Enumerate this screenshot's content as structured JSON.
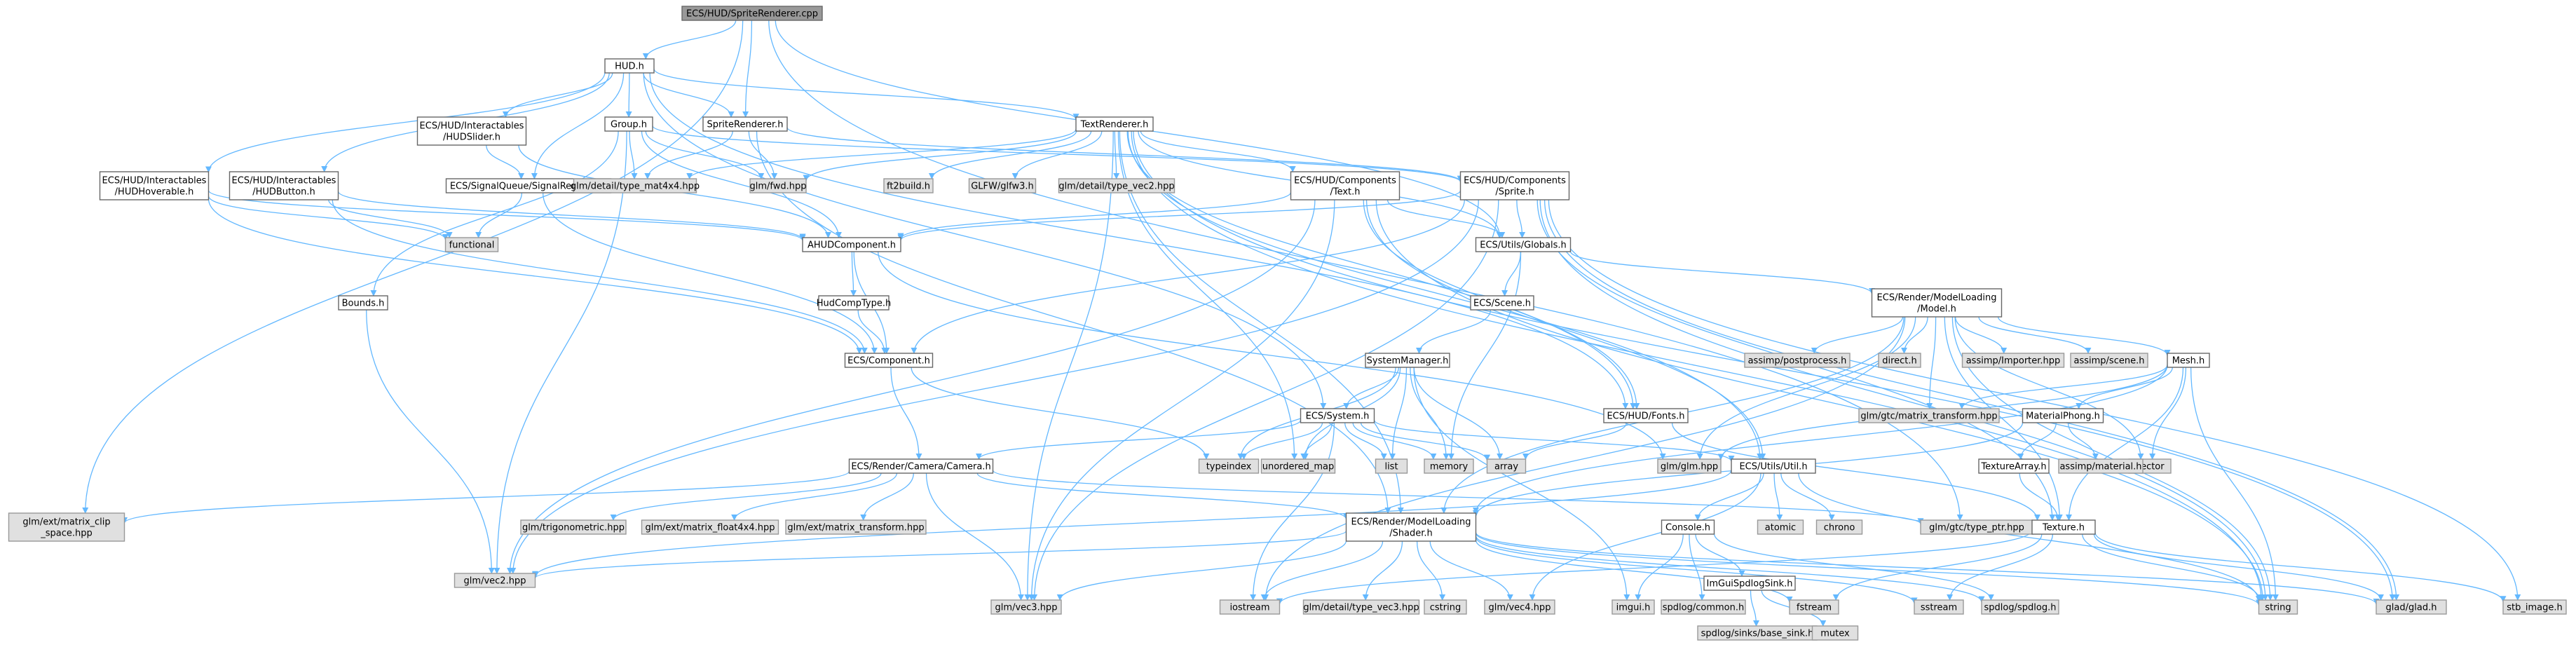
{
  "graph": {
    "colors": {
      "edge": "#63b8ff",
      "node_fill": "#ffffff",
      "system_fill": "#e0e0e0",
      "root_fill": "#999999",
      "border": "#666666"
    },
    "nodes": [
      {
        "id": "root",
        "lines": [
          "ECS/HUD/SpriteRenderer.cpp"
        ],
        "kind": "root"
      },
      {
        "id": "hud",
        "lines": [
          "HUD.h"
        ],
        "kind": "file"
      },
      {
        "id": "spriterenderer",
        "lines": [
          "SpriteRenderer.h"
        ],
        "kind": "file"
      },
      {
        "id": "group",
        "lines": [
          "Group.h"
        ],
        "kind": "file"
      },
      {
        "id": "hudslider",
        "lines": [
          "ECS/HUD/Interactables",
          "/HUDSlider.h"
        ],
        "kind": "file"
      },
      {
        "id": "textrenderer",
        "lines": [
          "TextRenderer.h"
        ],
        "kind": "file"
      },
      {
        "id": "hudhoverable",
        "lines": [
          "ECS/HUD/Interactables",
          "/HUDHoverable.h"
        ],
        "kind": "file"
      },
      {
        "id": "hudbutton",
        "lines": [
          "ECS/HUD/Interactables",
          "/HUDButton.h"
        ],
        "kind": "file"
      },
      {
        "id": "signalqueue",
        "lines": [
          "ECS/SignalQueue/SignalReceiver.h"
        ],
        "kind": "file"
      },
      {
        "id": "mat4x4",
        "lines": [
          "glm/detail/type_mat4x4.hpp"
        ],
        "kind": "system"
      },
      {
        "id": "fwd",
        "lines": [
          "glm/fwd.hpp"
        ],
        "kind": "system"
      },
      {
        "id": "ft2build",
        "lines": [
          "ft2build.h"
        ],
        "kind": "system"
      },
      {
        "id": "glfw3",
        "lines": [
          "GLFW/glfw3.h"
        ],
        "kind": "system"
      },
      {
        "id": "typevec2",
        "lines": [
          "glm/detail/type_vec2.hpp"
        ],
        "kind": "system"
      },
      {
        "id": "comptext",
        "lines": [
          "ECS/HUD/Components",
          "/Text.h"
        ],
        "kind": "file"
      },
      {
        "id": "compsprite",
        "lines": [
          "ECS/HUD/Components",
          "/Sprite.h"
        ],
        "kind": "file"
      },
      {
        "id": "functional",
        "lines": [
          "functional"
        ],
        "kind": "system"
      },
      {
        "id": "ahud",
        "lines": [
          "AHUDComponent.h"
        ],
        "kind": "file"
      },
      {
        "id": "globals",
        "lines": [
          "ECS/Utils/Globals.h"
        ],
        "kind": "file"
      },
      {
        "id": "bounds",
        "lines": [
          "Bounds.h"
        ],
        "kind": "file"
      },
      {
        "id": "hudcomptype",
        "lines": [
          "HudCompType.h"
        ],
        "kind": "file"
      },
      {
        "id": "scene",
        "lines": [
          "ECS/Scene.h"
        ],
        "kind": "file"
      },
      {
        "id": "model",
        "lines": [
          "ECS/Render/ModelLoading",
          "/Model.h"
        ],
        "kind": "file"
      },
      {
        "id": "component",
        "lines": [
          "ECS/Component.h"
        ],
        "kind": "file"
      },
      {
        "id": "sysmanager",
        "lines": [
          "SystemManager.h"
        ],
        "kind": "file"
      },
      {
        "id": "postprocess",
        "lines": [
          "assimp/postprocess.h"
        ],
        "kind": "system"
      },
      {
        "id": "direct",
        "lines": [
          "direct.h"
        ],
        "kind": "system"
      },
      {
        "id": "importer",
        "lines": [
          "assimp/Importer.hpp"
        ],
        "kind": "system"
      },
      {
        "id": "ascene",
        "lines": [
          "assimp/scene.h"
        ],
        "kind": "system"
      },
      {
        "id": "mesh",
        "lines": [
          "Mesh.h"
        ],
        "kind": "file"
      },
      {
        "id": "ecssystem",
        "lines": [
          "ECS/System.h"
        ],
        "kind": "file"
      },
      {
        "id": "fonts",
        "lines": [
          "ECS/HUD/Fonts.h"
        ],
        "kind": "file"
      },
      {
        "id": "mattransform",
        "lines": [
          "glm/gtc/matrix_transform.hpp"
        ],
        "kind": "system"
      },
      {
        "id": "matphong",
        "lines": [
          "MaterialPhong.h"
        ],
        "kind": "file"
      },
      {
        "id": "typeindex",
        "lines": [
          "typeindex"
        ],
        "kind": "system"
      },
      {
        "id": "unordered",
        "lines": [
          "unordered_map"
        ],
        "kind": "system"
      },
      {
        "id": "list",
        "lines": [
          "list"
        ],
        "kind": "system"
      },
      {
        "id": "memory",
        "lines": [
          "memory"
        ],
        "kind": "system"
      },
      {
        "id": "array",
        "lines": [
          "array"
        ],
        "kind": "system"
      },
      {
        "id": "glmhpp",
        "lines": [
          "glm/glm.hpp"
        ],
        "kind": "system"
      },
      {
        "id": "vector",
        "lines": [
          "vector"
        ],
        "kind": "system"
      },
      {
        "id": "texarray",
        "lines": [
          "TextureArray.h"
        ],
        "kind": "file"
      },
      {
        "id": "amaterial",
        "lines": [
          "assimp/material.h"
        ],
        "kind": "system"
      },
      {
        "id": "camera",
        "lines": [
          "ECS/Render/Camera/Camera.h"
        ],
        "kind": "file"
      },
      {
        "id": "util",
        "lines": [
          "ECS/Utils/Util.h"
        ],
        "kind": "file"
      },
      {
        "id": "clipspace",
        "lines": [
          "glm/ext/matrix_clip",
          "_space.hpp"
        ],
        "kind": "system"
      },
      {
        "id": "trig",
        "lines": [
          "glm/trigonometric.hpp"
        ],
        "kind": "system"
      },
      {
        "id": "float4x4",
        "lines": [
          "glm/ext/matrix_float4x4.hpp"
        ],
        "kind": "system"
      },
      {
        "id": "exttransform",
        "lines": [
          "glm/ext/matrix_transform.hpp"
        ],
        "kind": "system"
      },
      {
        "id": "shader",
        "lines": [
          "ECS/Render/ModelLoading",
          "/Shader.h"
        ],
        "kind": "file"
      },
      {
        "id": "atomic",
        "lines": [
          "atomic"
        ],
        "kind": "system"
      },
      {
        "id": "chrono",
        "lines": [
          "chrono"
        ],
        "kind": "system"
      },
      {
        "id": "typeptr",
        "lines": [
          "glm/gtc/type_ptr.hpp"
        ],
        "kind": "system"
      },
      {
        "id": "texture",
        "lines": [
          "Texture.h"
        ],
        "kind": "file"
      },
      {
        "id": "console",
        "lines": [
          "Console.h"
        ],
        "kind": "file"
      },
      {
        "id": "vec2",
        "lines": [
          "glm/vec2.hpp"
        ],
        "kind": "system"
      },
      {
        "id": "vec3",
        "lines": [
          "glm/vec3.hpp"
        ],
        "kind": "system"
      },
      {
        "id": "iostream",
        "lines": [
          "iostream"
        ],
        "kind": "system"
      },
      {
        "id": "typevec3",
        "lines": [
          "glm/detail/type_vec3.hpp"
        ],
        "kind": "system"
      },
      {
        "id": "cstring",
        "lines": [
          "cstring"
        ],
        "kind": "system"
      },
      {
        "id": "vec4",
        "lines": [
          "glm/vec4.hpp"
        ],
        "kind": "system"
      },
      {
        "id": "imgui",
        "lines": [
          "imgui.h"
        ],
        "kind": "system"
      },
      {
        "id": "spdlogcommon",
        "lines": [
          "spdlog/common.h"
        ],
        "kind": "system"
      },
      {
        "id": "imguisink",
        "lines": [
          "ImGuiSpdlogSink.h"
        ],
        "kind": "file"
      },
      {
        "id": "fstream",
        "lines": [
          "fstream"
        ],
        "kind": "system"
      },
      {
        "id": "sstream",
        "lines": [
          "sstream"
        ],
        "kind": "system"
      },
      {
        "id": "spdlog",
        "lines": [
          "spdlog/spdlog.h"
        ],
        "kind": "system"
      },
      {
        "id": "string",
        "lines": [
          "string"
        ],
        "kind": "system"
      },
      {
        "id": "glad",
        "lines": [
          "glad/glad.h"
        ],
        "kind": "system"
      },
      {
        "id": "stbimage",
        "lines": [
          "stb_image.h"
        ],
        "kind": "system"
      },
      {
        "id": "basesink",
        "lines": [
          "spdlog/sinks/base_sink.h"
        ],
        "kind": "system"
      },
      {
        "id": "mutex",
        "lines": [
          "mutex"
        ],
        "kind": "system"
      }
    ],
    "edges": [
      [
        "root",
        "hud"
      ],
      [
        "root",
        "spriterenderer"
      ],
      [
        "root",
        "globals"
      ],
      [
        "root",
        "typeptr"
      ],
      [
        "root",
        "clipspace"
      ],
      [
        "hud",
        "group"
      ],
      [
        "hud",
        "spriterenderer"
      ],
      [
        "hud",
        "hudslider"
      ],
      [
        "hud",
        "textrenderer"
      ],
      [
        "hud",
        "hudhoverable"
      ],
      [
        "hud",
        "hudbutton"
      ],
      [
        "hud",
        "signalqueue"
      ],
      [
        "hud",
        "ecssystem"
      ],
      [
        "hud",
        "fonts"
      ],
      [
        "spriterenderer",
        "mat4x4"
      ],
      [
        "spriterenderer",
        "fwd"
      ],
      [
        "spriterenderer",
        "compsprite"
      ],
      [
        "spriterenderer",
        "shader"
      ],
      [
        "group",
        "ahud"
      ],
      [
        "group",
        "bounds"
      ],
      [
        "group",
        "mat4x4"
      ],
      [
        "group",
        "fwd"
      ],
      [
        "group",
        "compsprite"
      ],
      [
        "group",
        "vec2"
      ],
      [
        "hudslider",
        "signalqueue"
      ],
      [
        "hudslider",
        "ahud"
      ],
      [
        "textrenderer",
        "mat4x4"
      ],
      [
        "textrenderer",
        "fwd"
      ],
      [
        "textrenderer",
        "ft2build"
      ],
      [
        "textrenderer",
        "glfw3"
      ],
      [
        "textrenderer",
        "typevec2"
      ],
      [
        "textrenderer",
        "comptext"
      ],
      [
        "textrenderer",
        "globals"
      ],
      [
        "textrenderer",
        "fonts"
      ],
      [
        "textrenderer",
        "shader"
      ],
      [
        "textrenderer",
        "unordered"
      ],
      [
        "textrenderer",
        "vec3"
      ],
      [
        "textrenderer",
        "glad"
      ],
      [
        "textrenderer",
        "string"
      ],
      [
        "textrenderer",
        "util"
      ],
      [
        "hudhoverable",
        "ahud"
      ],
      [
        "hudhoverable",
        "functional"
      ],
      [
        "hudhoverable",
        "component"
      ],
      [
        "hudbutton",
        "ahud"
      ],
      [
        "hudbutton",
        "functional"
      ],
      [
        "hudbutton",
        "component"
      ],
      [
        "signalqueue",
        "functional"
      ],
      [
        "signalqueue",
        "component"
      ],
      [
        "comptext",
        "ahud"
      ],
      [
        "comptext",
        "globals"
      ],
      [
        "comptext",
        "fonts"
      ],
      [
        "comptext",
        "vec2"
      ],
      [
        "comptext",
        "vec3"
      ],
      [
        "comptext",
        "string"
      ],
      [
        "comptext",
        "util"
      ],
      [
        "compsprite",
        "ahud"
      ],
      [
        "compsprite",
        "globals"
      ],
      [
        "compsprite",
        "texture"
      ],
      [
        "compsprite",
        "vec2"
      ],
      [
        "compsprite",
        "vec3"
      ],
      [
        "compsprite",
        "string"
      ],
      [
        "compsprite",
        "glad"
      ],
      [
        "compsprite",
        "stbimage"
      ],
      [
        "compsprite",
        "component"
      ],
      [
        "ahud",
        "hudcomptype"
      ],
      [
        "ahud",
        "component"
      ],
      [
        "ahud",
        "glmhpp"
      ],
      [
        "globals",
        "scene"
      ],
      [
        "globals",
        "model"
      ],
      [
        "globals",
        "memory"
      ],
      [
        "bounds",
        "vec2"
      ],
      [
        "hudcomptype",
        "component"
      ],
      [
        "scene",
        "sysmanager"
      ],
      [
        "model",
        "postprocess"
      ],
      [
        "model",
        "direct"
      ],
      [
        "model",
        "importer"
      ],
      [
        "model",
        "ascene"
      ],
      [
        "model",
        "mesh"
      ],
      [
        "model",
        "mattransform"
      ],
      [
        "model",
        "shader"
      ],
      [
        "model",
        "iostream"
      ],
      [
        "model",
        "string"
      ],
      [
        "model",
        "vector"
      ],
      [
        "model",
        "texture"
      ],
      [
        "model",
        "glmhpp"
      ],
      [
        "component",
        "typeindex"
      ],
      [
        "component",
        "camera"
      ],
      [
        "sysmanager",
        "ecssystem"
      ],
      [
        "sysmanager",
        "typeindex"
      ],
      [
        "sysmanager",
        "unordered"
      ],
      [
        "sysmanager",
        "list"
      ],
      [
        "sysmanager",
        "memory"
      ],
      [
        "sysmanager",
        "array"
      ],
      [
        "sysmanager",
        "imgui"
      ],
      [
        "mesh",
        "mattransform"
      ],
      [
        "mesh",
        "matphong"
      ],
      [
        "mesh",
        "vector"
      ],
      [
        "mesh",
        "string"
      ],
      [
        "mesh",
        "texture"
      ],
      [
        "mesh",
        "shader"
      ],
      [
        "mesh",
        "glmhpp"
      ],
      [
        "ecssystem",
        "typeindex"
      ],
      [
        "ecssystem",
        "unordered"
      ],
      [
        "ecssystem",
        "list"
      ],
      [
        "ecssystem",
        "memory"
      ],
      [
        "ecssystem",
        "array"
      ],
      [
        "ecssystem",
        "camera"
      ],
      [
        "ecssystem",
        "util"
      ],
      [
        "ecssystem",
        "iostream"
      ],
      [
        "fonts",
        "array"
      ],
      [
        "fonts",
        "texture"
      ],
      [
        "matphong",
        "texarray"
      ],
      [
        "matphong",
        "amaterial"
      ],
      [
        "matphong",
        "shader"
      ],
      [
        "texarray",
        "texture"
      ],
      [
        "camera",
        "clipspace"
      ],
      [
        "camera",
        "trig"
      ],
      [
        "camera",
        "float4x4"
      ],
      [
        "camera",
        "exttransform"
      ],
      [
        "camera",
        "typeptr"
      ],
      [
        "camera",
        "vec3"
      ],
      [
        "camera",
        "shader"
      ],
      [
        "util",
        "atomic"
      ],
      [
        "util",
        "chrono"
      ],
      [
        "util",
        "console"
      ],
      [
        "util",
        "string"
      ],
      [
        "util",
        "vec2"
      ],
      [
        "util",
        "vec4"
      ],
      [
        "shader",
        "vec2"
      ],
      [
        "shader",
        "vec3"
      ],
      [
        "shader",
        "iostream"
      ],
      [
        "shader",
        "typevec3"
      ],
      [
        "shader",
        "cstring"
      ],
      [
        "shader",
        "vec4"
      ],
      [
        "shader",
        "fstream"
      ],
      [
        "shader",
        "sstream"
      ],
      [
        "shader",
        "string"
      ],
      [
        "shader",
        "glad"
      ],
      [
        "shader",
        "spdlog"
      ],
      [
        "texture",
        "iostream"
      ],
      [
        "texture",
        "fstream"
      ],
      [
        "texture",
        "sstream"
      ],
      [
        "texture",
        "string"
      ],
      [
        "texture",
        "glad"
      ],
      [
        "texture",
        "stbimage"
      ],
      [
        "console",
        "imgui"
      ],
      [
        "console",
        "spdlogcommon"
      ],
      [
        "console",
        "imguisink"
      ],
      [
        "console",
        "spdlog"
      ],
      [
        "imguisink",
        "basesink"
      ],
      [
        "imguisink",
        "mutex"
      ]
    ]
  }
}
